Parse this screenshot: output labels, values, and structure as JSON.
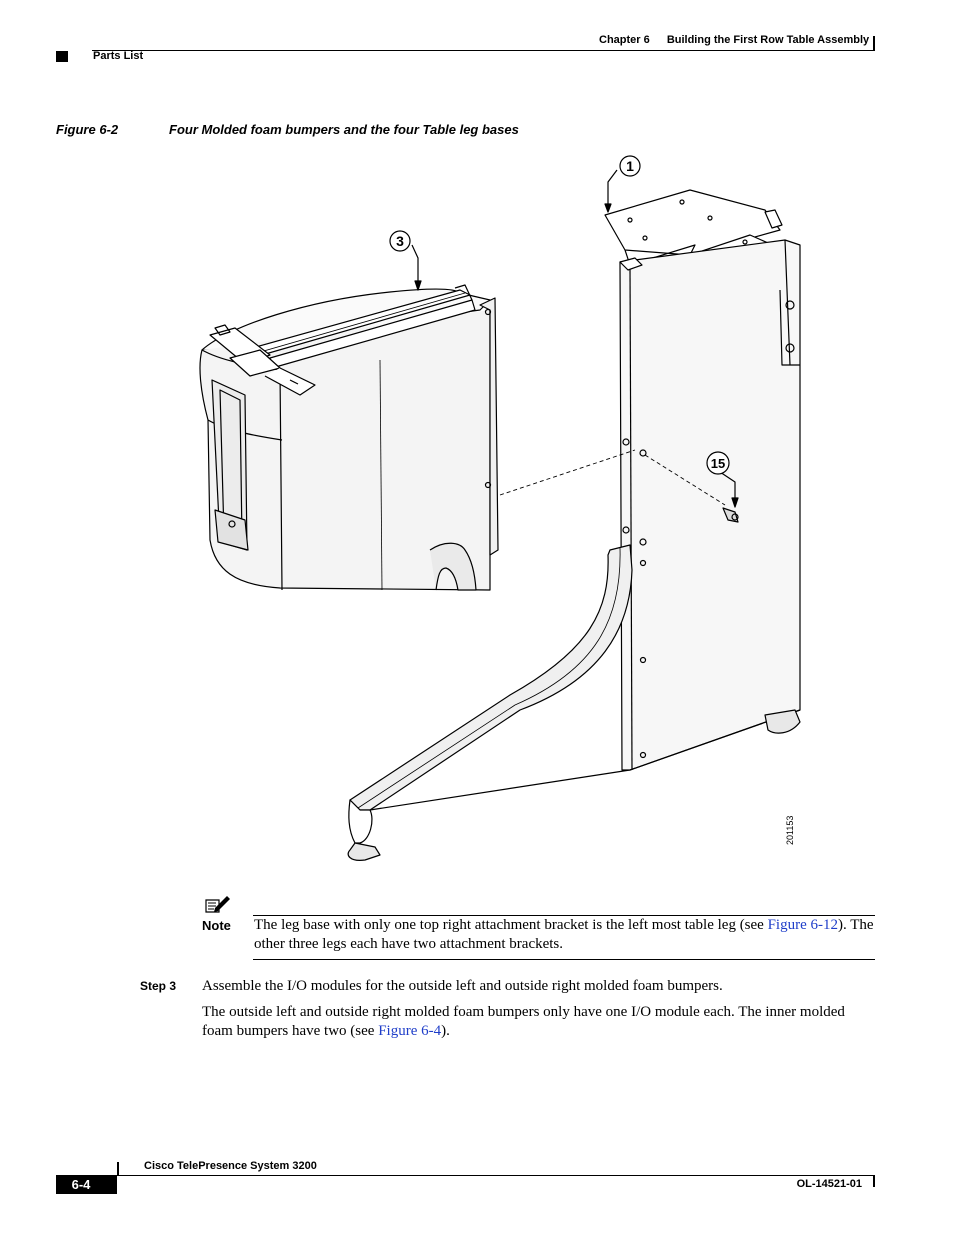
{
  "header": {
    "chapter_label": "Chapter 6",
    "chapter_title": "Building the First Row Table Assembly",
    "section": "Parts List"
  },
  "figure": {
    "number": "Figure 6-2",
    "title": "Four Molded foam bumpers and the four Table leg bases",
    "callouts": [
      "1",
      "3",
      "15"
    ],
    "art_id": "201153"
  },
  "note": {
    "label": "Note",
    "text_before_link": "The leg base with only one top right attachment bracket is the left most table leg (see ",
    "link": "Figure 6-12",
    "text_after_link": "). The other three legs each have two attachment brackets."
  },
  "step": {
    "label": "Step 3",
    "text": "Assemble the I/O modules for the outside left and outside right molded foam bumpers.",
    "para_before_link": "The outside left and outside right molded foam bumpers only have one I/O module each. The inner molded foam bumpers have two (see ",
    "para_link": "Figure 6-4",
    "para_after_link": ")."
  },
  "footer": {
    "product": "Cisco TelePresence System 3200",
    "page": "6-4",
    "doc_number": "OL-14521-01"
  },
  "colors": {
    "link": "#1f3ec9"
  }
}
